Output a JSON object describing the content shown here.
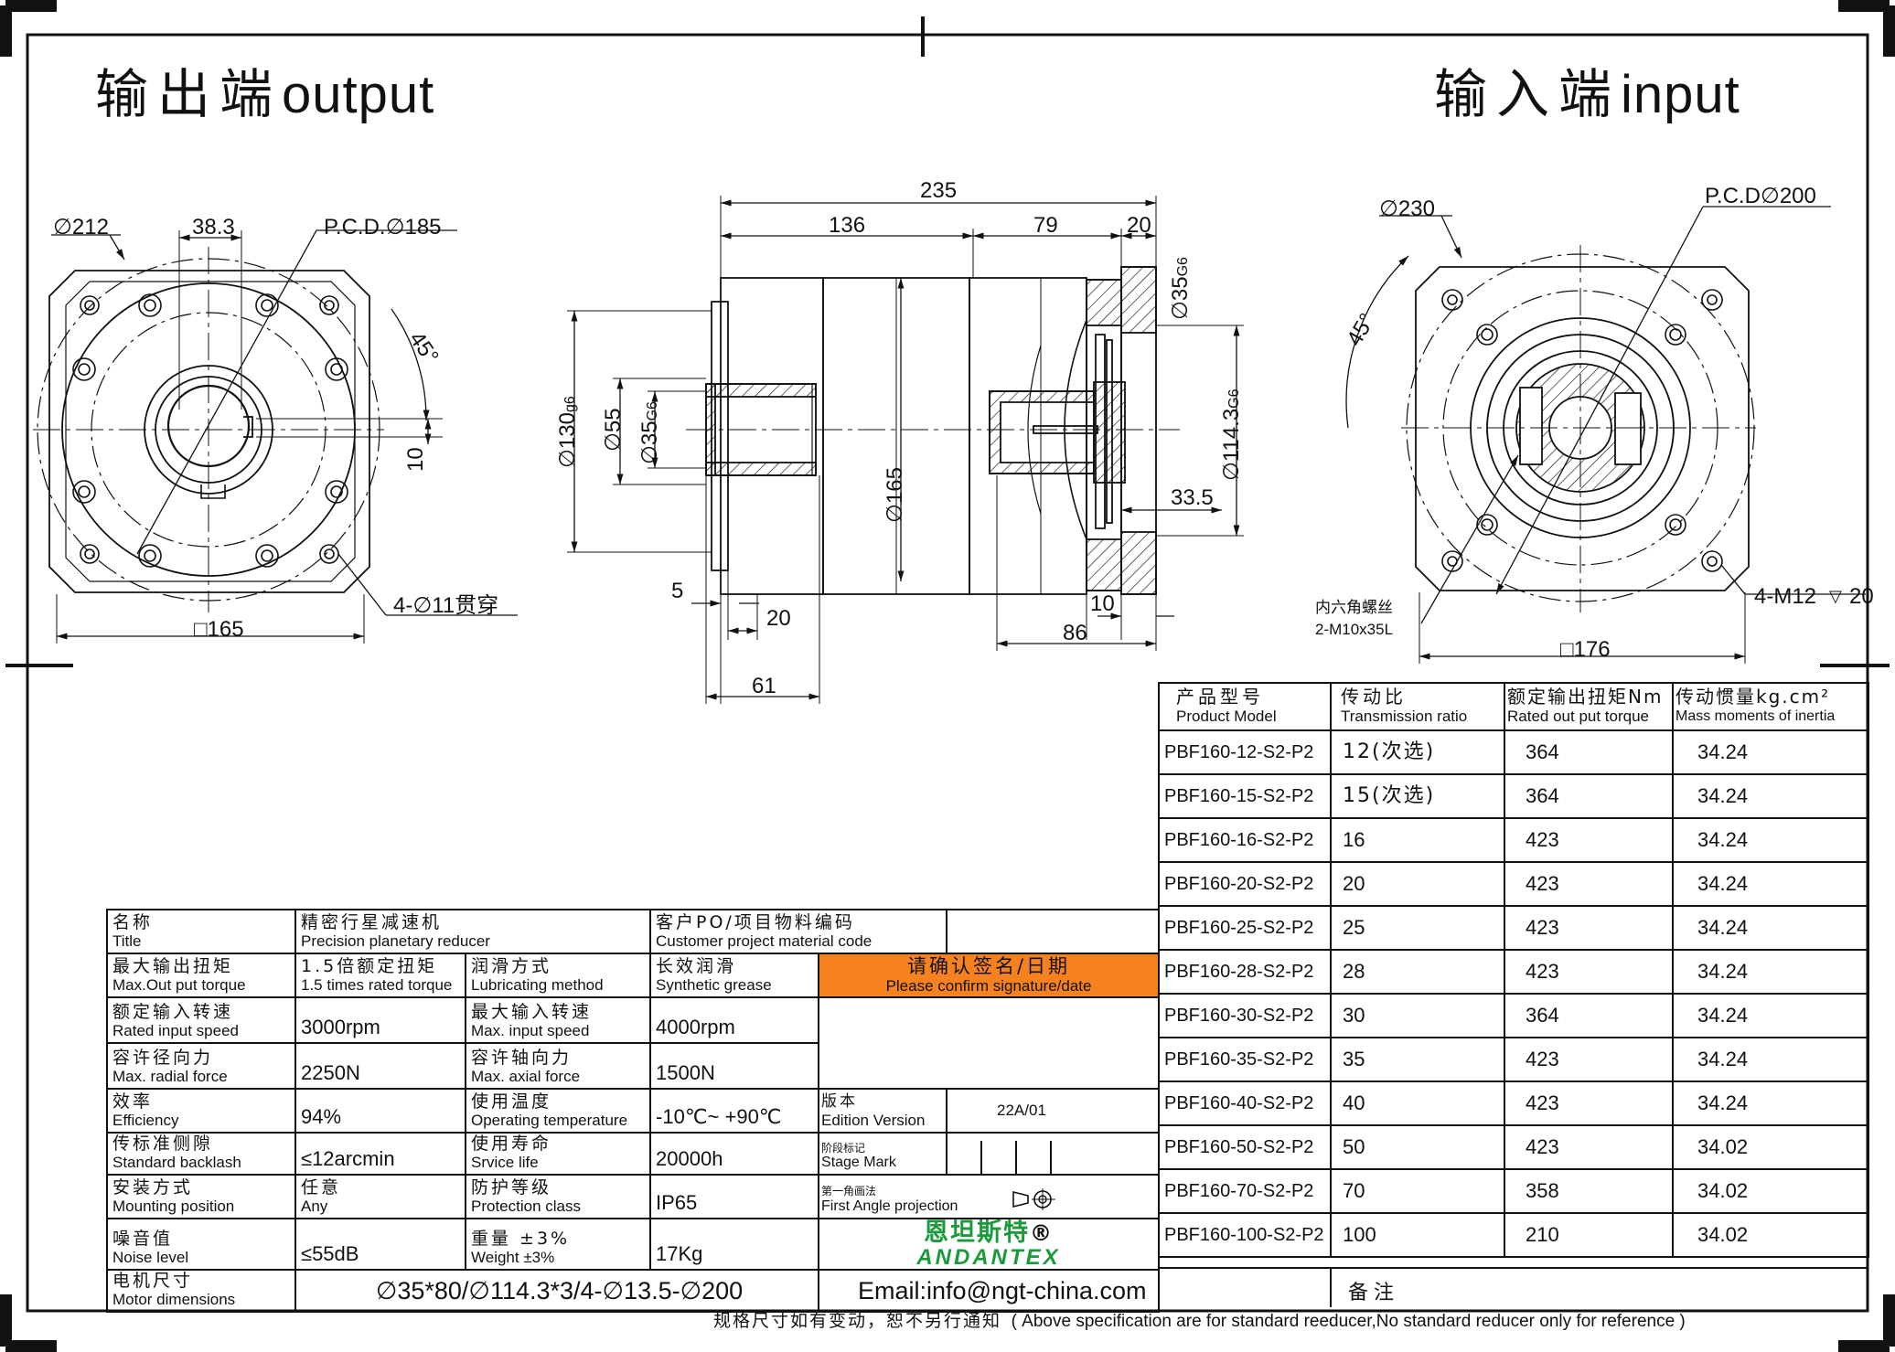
{
  "titles": {
    "output_cn": "输出端",
    "output_en": "output",
    "input_cn": "输入端",
    "input_en": "input"
  },
  "dimensions": {
    "out_dia": "∅212",
    "out_key": "38.3",
    "out_pcd": "P.C.D.∅185",
    "out_angle": "45°",
    "out_keyh": "10",
    "out_holes": "4-∅11贯穿",
    "out_square": "□165",
    "len_total": "235",
    "len_a": "136",
    "len_b": "79",
    "len_c": "20",
    "d_130": "∅130",
    "d_130_tol": "g6",
    "d_55": "∅55",
    "d_35": "∅35",
    "d_35_tol": "G6",
    "d_165": "∅165",
    "d_35r": "∅35",
    "d_35r_tol": "G6",
    "d_1143": "∅114.3",
    "d_1143_tol": "G6",
    "l_335": "33.5",
    "l_5": "5",
    "l_20": "20",
    "l_10": "10",
    "l_86": "86",
    "l_61": "61",
    "in_dia": "∅230",
    "in_pcd": "P.C.D∅200",
    "in_angle": "45°",
    "in_screw_cn": "内六角螺丝",
    "in_screw": "2-M10x35L",
    "in_holes": "4-M12",
    "in_depth": "20",
    "in_square": "□176"
  },
  "spec": {
    "title_cn": "名称",
    "title_en": "Title",
    "title_val_cn": "精密行星减速机",
    "title_val_en": "Precision planetary reducer",
    "cust_cn": "客户PO/项目物料编码",
    "cust_en": "Customer project material code",
    "rows": [
      {
        "cn": "最大输出扭矩",
        "en": "Max.Out put torque",
        "v1_cn": "1.5倍额定扭矩",
        "v1": "1.5 times rated torque",
        "k2_cn": "润滑方式",
        "k2": "Lubricating method",
        "v2_cn": "长效润滑",
        "v2": "Synthetic grease"
      },
      {
        "cn": "额定输入转速",
        "en": "Rated input speed",
        "v1": "3000rpm",
        "k2_cn": "最大输入转速",
        "k2": "Max. input speed",
        "v2": "4000rpm"
      },
      {
        "cn": "容许径向力",
        "en": "Max. radial force",
        "v1": "2250N",
        "k2_cn": "容许轴向力",
        "k2": "Max. axial force",
        "v2": "1500N"
      },
      {
        "cn": "效率",
        "en": "Efficiency",
        "v1": "94%",
        "k2_cn": "使用温度",
        "k2": "Operating temperature",
        "v2": "-10℃~ +90℃"
      },
      {
        "cn": "传标准侧隙",
        "en": "Standard backlash",
        "v1": "≤12arcmin",
        "k2_cn": "使用寿命",
        "k2": "Srvice life",
        "v2": "20000h"
      },
      {
        "cn": "安装方式",
        "en": "Mounting position",
        "v1_cn": "任意",
        "v1": "Any",
        "k2_cn": "防护等级",
        "k2": "Protection class",
        "v2": "IP65"
      },
      {
        "cn": "噪音值",
        "en": "Noise level",
        "v1": "≤55dB",
        "k2_cn": "重量 ±3%",
        "k2": "Weight ±3%",
        "v2": "17Kg"
      }
    ],
    "motor_cn": "电机尺寸",
    "motor_en": "Motor dimensions",
    "motor_val": "∅35*80/∅114.3*3/4-∅13.5-∅200",
    "confirm_cn": "请确认签名/日期",
    "confirm_en": "Please confirm signature/date",
    "edition_cn": "版本",
    "edition_en": "Edition Version",
    "edition_val": "22A/01",
    "stage_cn": "阶段标记",
    "stage_en": "Stage Mark",
    "proj_cn": "第一角画法",
    "proj_en": "First Angle projection",
    "brand_cn": "恩坦斯特",
    "brand_reg": "®",
    "brand_en": "ANDANTEX",
    "email": "Email:info@ngt-china.com",
    "remark_cn": "备注"
  },
  "products": {
    "headers": [
      {
        "cn": "产品型号",
        "en": "Product Model"
      },
      {
        "cn": "传动比",
        "en": "Transmission ratio"
      },
      {
        "cn": "额定输出扭矩Nm",
        "en": "Rated out put torque"
      },
      {
        "cn": "传动惯量kg.cm²",
        "en": "Mass moments of inertia"
      }
    ],
    "rows": [
      {
        "model": "PBF160-12-S2-P2",
        "ratio": "12(次选)",
        "torque": "364",
        "inertia": "34.24"
      },
      {
        "model": "PBF160-15-S2-P2",
        "ratio": "15(次选)",
        "torque": "364",
        "inertia": "34.24"
      },
      {
        "model": "PBF160-16-S2-P2",
        "ratio": "16",
        "torque": "423",
        "inertia": "34.24"
      },
      {
        "model": "PBF160-20-S2-P2",
        "ratio": "20",
        "torque": "423",
        "inertia": "34.24"
      },
      {
        "model": "PBF160-25-S2-P2",
        "ratio": "25",
        "torque": "423",
        "inertia": "34.24"
      },
      {
        "model": "PBF160-28-S2-P2",
        "ratio": "28",
        "torque": "423",
        "inertia": "34.24"
      },
      {
        "model": "PBF160-30-S2-P2",
        "ratio": "30",
        "torque": "364",
        "inertia": "34.24"
      },
      {
        "model": "PBF160-35-S2-P2",
        "ratio": "35",
        "torque": "423",
        "inertia": "34.24"
      },
      {
        "model": "PBF160-40-S2-P2",
        "ratio": "40",
        "torque": "423",
        "inertia": "34.24"
      },
      {
        "model": "PBF160-50-S2-P2",
        "ratio": "50",
        "torque": "423",
        "inertia": "34.02"
      },
      {
        "model": "PBF160-70-S2-P2",
        "ratio": "70",
        "torque": "358",
        "inertia": "34.02"
      },
      {
        "model": "PBF160-100-S2-P2",
        "ratio": "100",
        "torque": "210",
        "inertia": "34.02"
      }
    ]
  },
  "footer": {
    "cn": "规格尺寸如有变动，恕不另行通知",
    "en": "( Above specification are for standard reeducer,No standard reducer only for reference )"
  },
  "colors": {
    "confirm": "#f5821f",
    "brand": "#1a9a3a"
  }
}
